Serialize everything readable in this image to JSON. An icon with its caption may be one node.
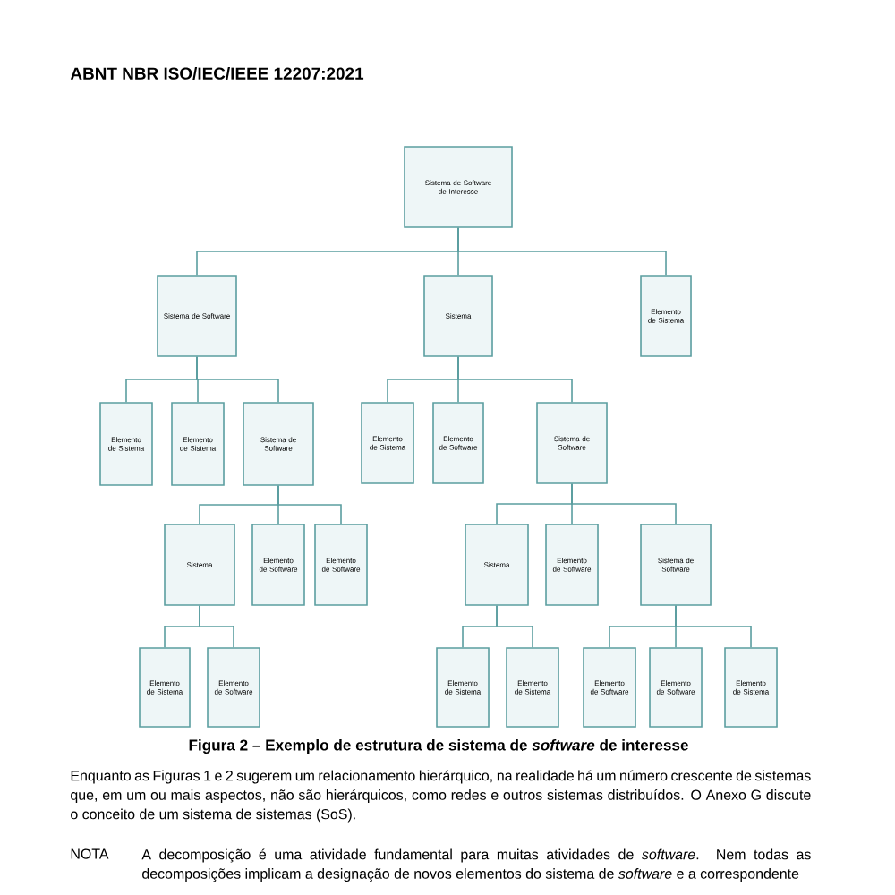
{
  "diagram": {
    "title": "ABNT NBR ISO/IEC/IEEE 12207:2021",
    "caption": "Figura 2 – Exemplo de estrutura de sistema de *software* de interesse",
    "nodes": [
      {
        "text": [
          "Sistema de Software de Interesse"
        ]
      },
      {
        "text": [
          "Sistema de Software"
        ]
      },
      {
        "text": [
          "Sistema"
        ]
      },
      {
        "text": [
          "Elemento de Sistema"
        ]
      },
      {
        "text": [
          "Elemento de Sistema"
        ]
      },
      {
        "text": [
          "Elemento de Sistema"
        ]
      },
      {
        "text": [
          "Sistema de Software"
        ]
      },
      {
        "text": [
          "Elemento de Sistema"
        ]
      },
      {
        "text": [
          "Elemento de Software"
        ]
      },
      {
        "text": [
          "Sistema de Software"
        ]
      },
      {
        "text": [
          "Sistema"
        ]
      },
      {
        "text": [
          "Elemento de Software"
        ]
      },
      {
        "text": [
          "Elemento de Software"
        ]
      },
      {
        "text": [
          "Sistema"
        ]
      },
      {
        "text": [
          "Elemento de Software"
        ]
      },
      {
        "text": [
          "Sistema de Software"
        ]
      },
      {
        "text": [
          "Elemento de Sistema"
        ]
      },
      {
        "text": [
          "Elemento de Software"
        ]
      },
      {
        "text": [
          "Elemento de Sistema"
        ]
      },
      {
        "text": [
          "Elemento de Sistema"
        ]
      },
      {
        "text": [
          "Elemento de Software"
        ]
      },
      {
        "text": [
          "Elemento de Software"
        ]
      },
      {
        "text": [
          "Elemento de Sistema"
        ]
      }
    ],
    "edges": [
      {
        "from": 0,
        "to": 1,
        "arrow": "none"
      },
      {
        "from": 0,
        "to": 2,
        "arrow": "none"
      },
      {
        "from": 0,
        "to": 3,
        "arrow": "none"
      },
      {
        "from": 1,
        "to": 4,
        "arrow": "none"
      },
      {
        "from": 1,
        "to": 5,
        "arrow": "none"
      },
      {
        "from": 1,
        "to": 6,
        "arrow": "none"
      },
      {
        "from": 2,
        "to": 7,
        "arrow": "none"
      },
      {
        "from": 2,
        "to": 8,
        "arrow": "none"
      },
      {
        "from": 2,
        "to": 9,
        "arrow": "none"
      },
      {
        "from": 6,
        "to": 10,
        "arrow": "none"
      },
      {
        "from": 6,
        "to": 11,
        "arrow": "none"
      },
      {
        "from": 6,
        "to": 12,
        "arrow": "none"
      },
      {
        "from": 9,
        "to": 13,
        "arrow": "none"
      },
      {
        "from": 9,
        "to": 14,
        "arrow": "none"
      },
      {
        "from": 9,
        "to": 15,
        "arrow": "none"
      },
      {
        "from": 10,
        "to": 16,
        "arrow": "none"
      },
      {
        "from": 10,
        "to": 17,
        "arrow": "none"
      },
      {
        "from": 13,
        "to": 18,
        "arrow": "none"
      },
      {
        "from": 13,
        "to": 19,
        "arrow": "none"
      },
      {
        "from": 15,
        "to": 20,
        "arrow": "none"
      },
      {
        "from": 15,
        "to": 21,
        "arrow": "none"
      },
      {
        "from": 15,
        "to": 22,
        "arrow": "none"
      }
    ],
    "labels": [
      "Enquanto as Figuras 1 e 2 sugerem um relacionamento hierárquico, na realidade há um número crescente de sistemas que, em um ou mais aspectos, não são hierárquicos, como redes e outros sistemas distribuídos. O Anexo G discute o conceito de um sistema de sistemas (SoS).",
      "NOTA",
      "A decomposição é uma atividade fundamental para muitas atividades de *software*. Nem todas as decomposições implicam a designação de novos elementos do sistema de *software* e a correspondente"
    ]
  }
}
